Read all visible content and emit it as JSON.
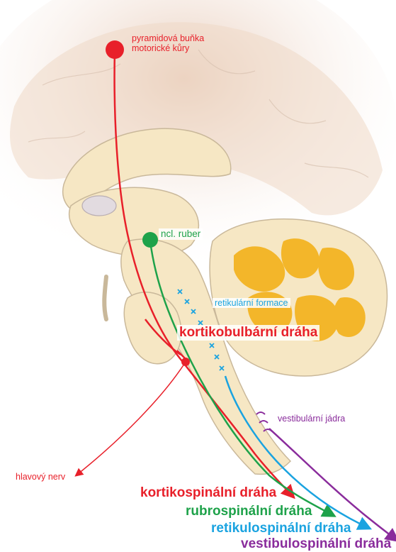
{
  "labels": {
    "pyramid_cell": [
      "pyramidová buňka",
      "motorické kůry"
    ],
    "ncl_ruber": "ncl. ruber",
    "reticular_formation": "retikulární formace",
    "corticobulbar": "kortikobulbární dráha",
    "vestibular_nuclei": "vestibulární jádra",
    "cranial_nerve": "hlavový nerv",
    "corticospinal": "kortikospinální dráha",
    "rubrospinal": "rubrospinální dráha",
    "reticulospinal": "retikulospinální dráha",
    "vestibulospinal": "vestibulospinální dráha"
  },
  "colors": {
    "corticospinal": "#e8202a",
    "rubrospinal": "#1ea24a",
    "reticulospinal": "#1aa3e0",
    "vestibulospinal": "#8a2c9c",
    "brain": "#f6e7c4",
    "brain_outline": "#c9b89a",
    "cerebellum": "#f3b62a"
  },
  "icons": [
    "pyramid-cell-body",
    "red-nucleus-body",
    "reticular-cross-marks",
    "arrowheads"
  ]
}
